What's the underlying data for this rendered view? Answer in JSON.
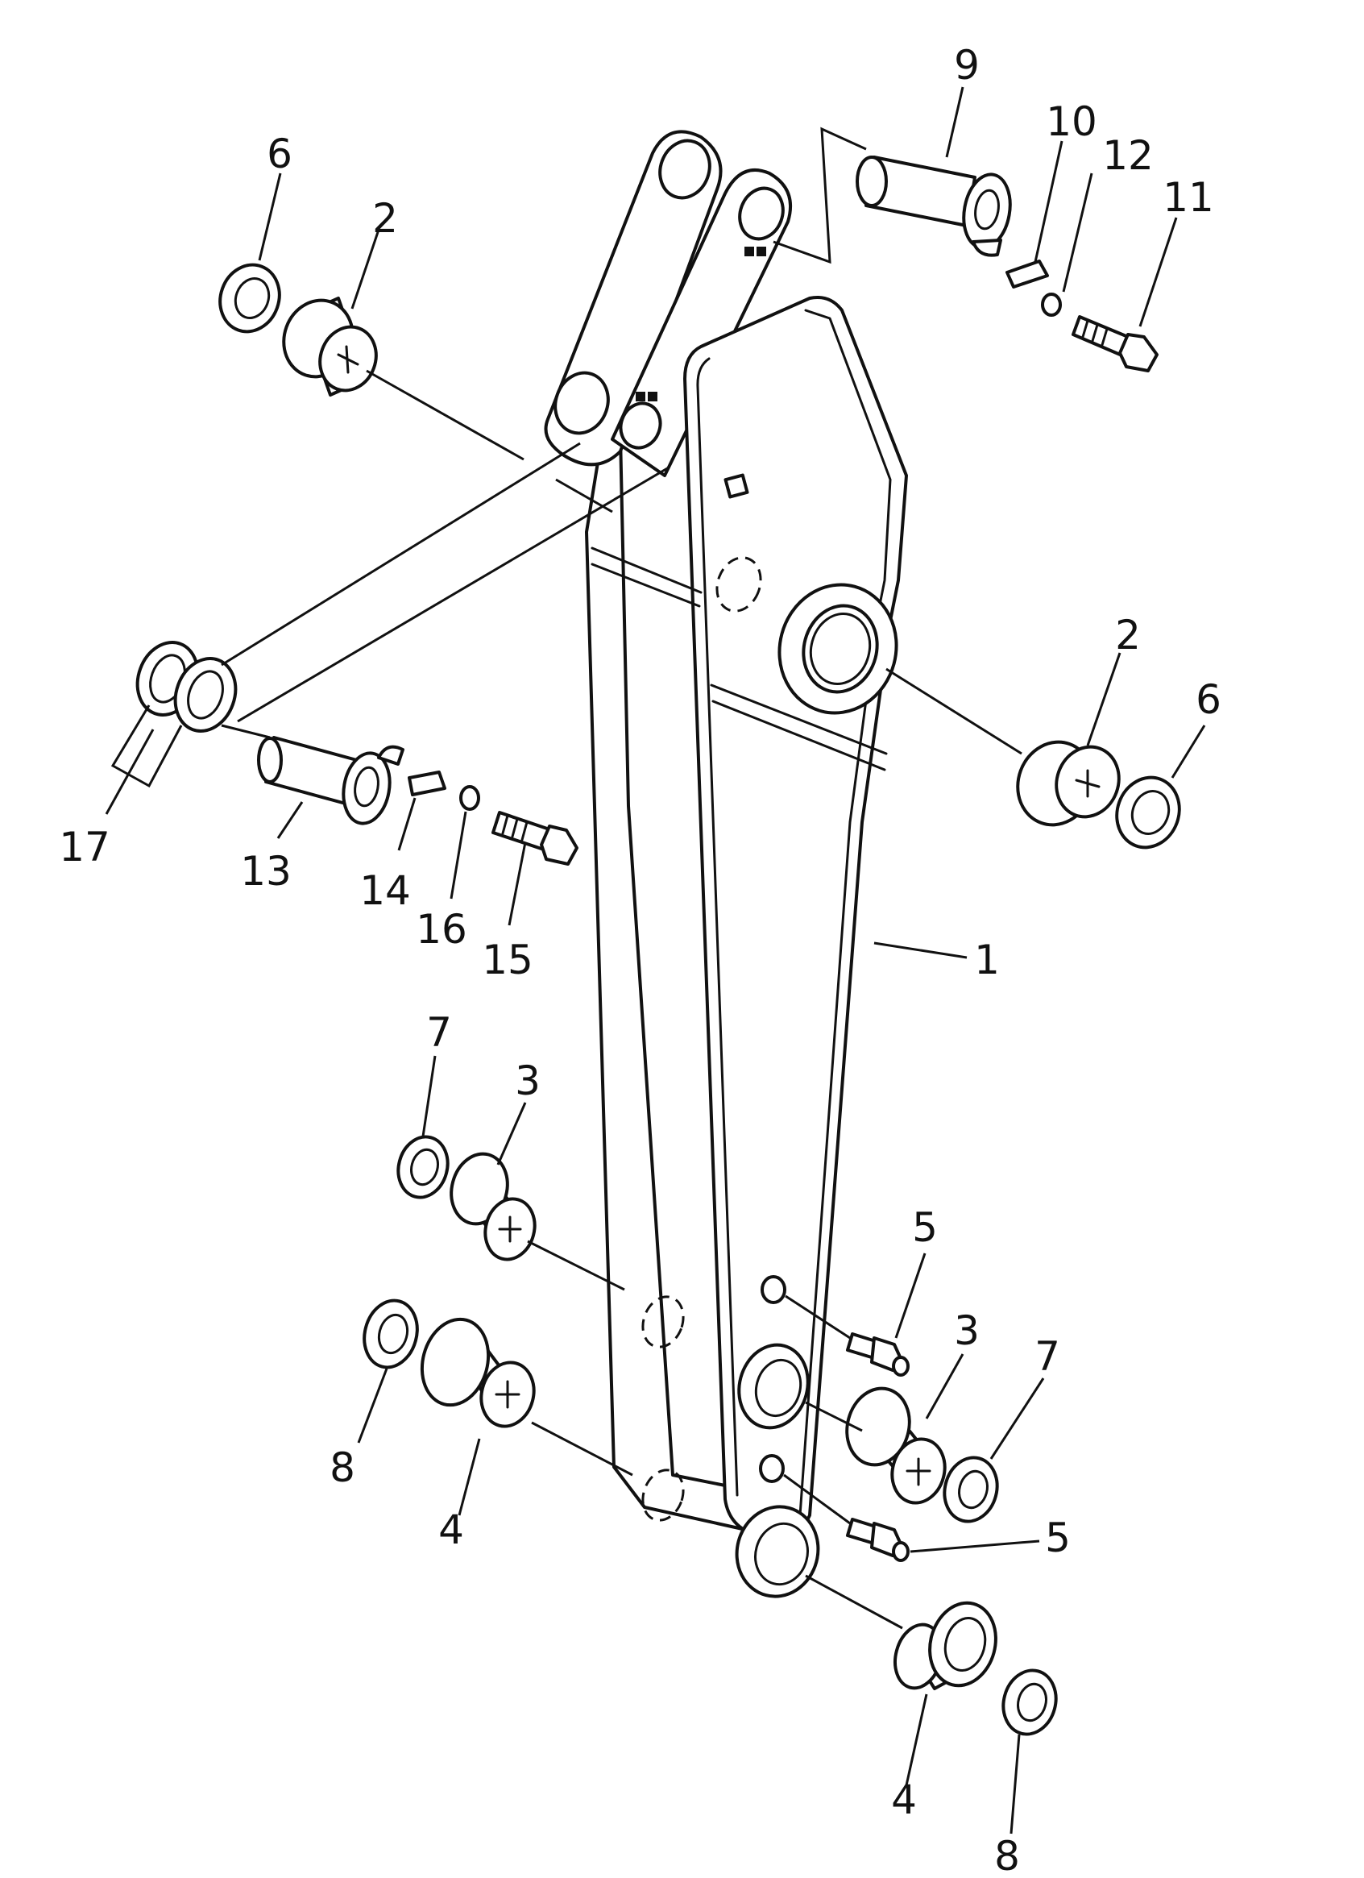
{
  "diagram": {
    "callouts": [
      {
        "id": "c1",
        "text": "1"
      },
      {
        "id": "c2a",
        "text": "2"
      },
      {
        "id": "c2b",
        "text": "2"
      },
      {
        "id": "c3a",
        "text": "3"
      },
      {
        "id": "c3b",
        "text": "3"
      },
      {
        "id": "c4a",
        "text": "4"
      },
      {
        "id": "c4b",
        "text": "4"
      },
      {
        "id": "c5a",
        "text": "5"
      },
      {
        "id": "c5b",
        "text": "5"
      },
      {
        "id": "c6a",
        "text": "6"
      },
      {
        "id": "c6b",
        "text": "6"
      },
      {
        "id": "c7a",
        "text": "7"
      },
      {
        "id": "c7b",
        "text": "7"
      },
      {
        "id": "c8a",
        "text": "8"
      },
      {
        "id": "c8b",
        "text": "8"
      },
      {
        "id": "c9",
        "text": "9"
      },
      {
        "id": "c10",
        "text": "10"
      },
      {
        "id": "c11",
        "text": "11"
      },
      {
        "id": "c12",
        "text": "12"
      },
      {
        "id": "c13",
        "text": "13"
      },
      {
        "id": "c14",
        "text": "14"
      },
      {
        "id": "c15",
        "text": "15"
      },
      {
        "id": "c16",
        "text": "16"
      },
      {
        "id": "c17",
        "text": "17"
      }
    ]
  }
}
